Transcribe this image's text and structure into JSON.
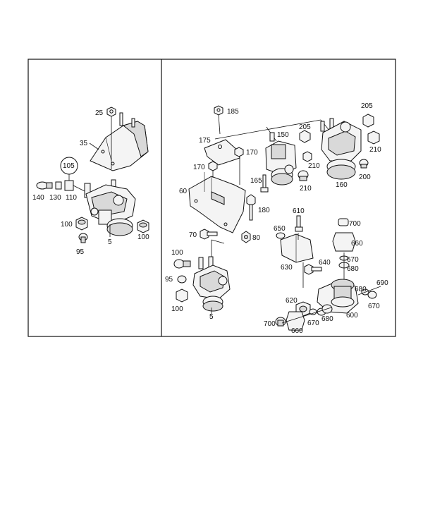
{
  "left_labels": {
    "l25": "25",
    "l35": "35",
    "l105": "105",
    "l140": "140",
    "l130": "130",
    "l110": "110",
    "l100a": "100",
    "l95": "95",
    "l5": "5",
    "l100b": "100"
  },
  "right_labels": {
    "l185": "185",
    "l175": "175",
    "l170a": "170",
    "l170b": "170",
    "l150": "150",
    "l205a": "205",
    "l205b": "205",
    "l210a": "210",
    "l210b": "210",
    "l210c": "210",
    "l200": "200",
    "l160": "160",
    "l165": "165",
    "l60": "60",
    "l180": "180",
    "l70": "70",
    "l80": "80",
    "l610": "610",
    "l650": "650",
    "l700a": "700",
    "l660a": "660",
    "l630": "630",
    "l640": "640",
    "l670a": "670",
    "l680a": "680",
    "l100c": "100",
    "l95b": "95",
    "l100d": "100",
    "l5b": "5",
    "l620": "620",
    "l680b": "680",
    "l690": "690",
    "l670b": "670",
    "l600": "600",
    "l680c": "680",
    "l670c": "670",
    "l700b": "700",
    "l660b": "660"
  }
}
